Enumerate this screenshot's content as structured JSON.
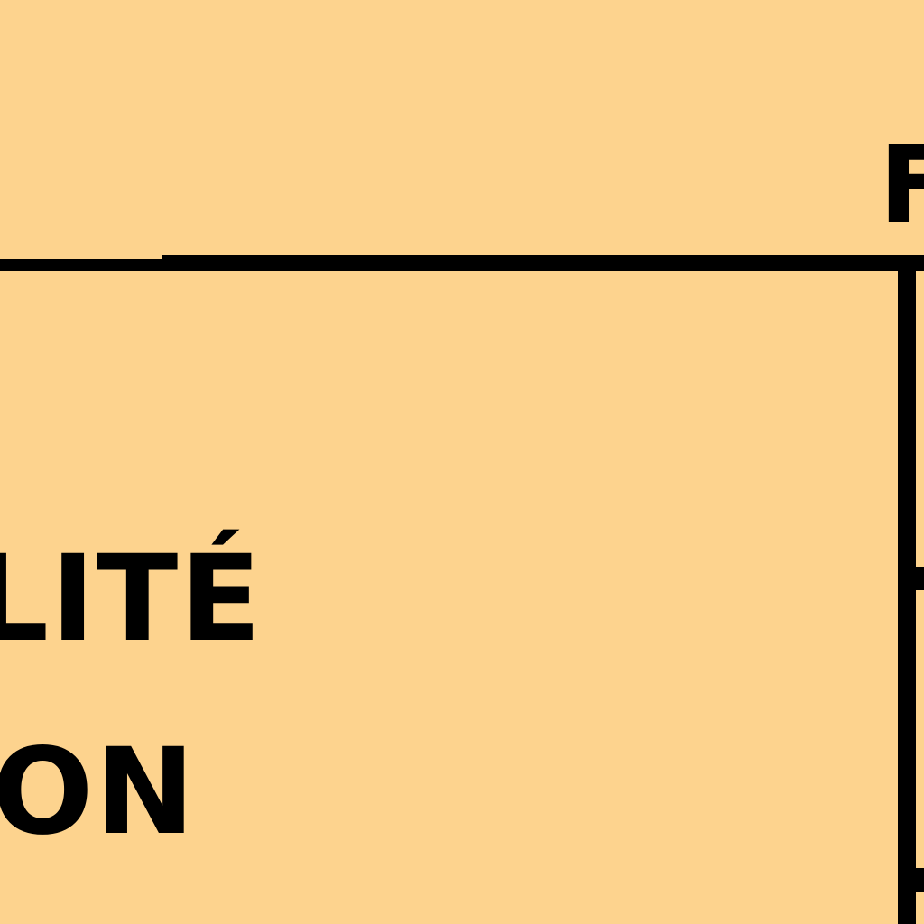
{
  "document": {
    "header_fragment": "F",
    "row_labels": [
      "LITÉ",
      "ION"
    ]
  },
  "colors": {
    "background": "#FDD38E",
    "ink": "#000000"
  }
}
